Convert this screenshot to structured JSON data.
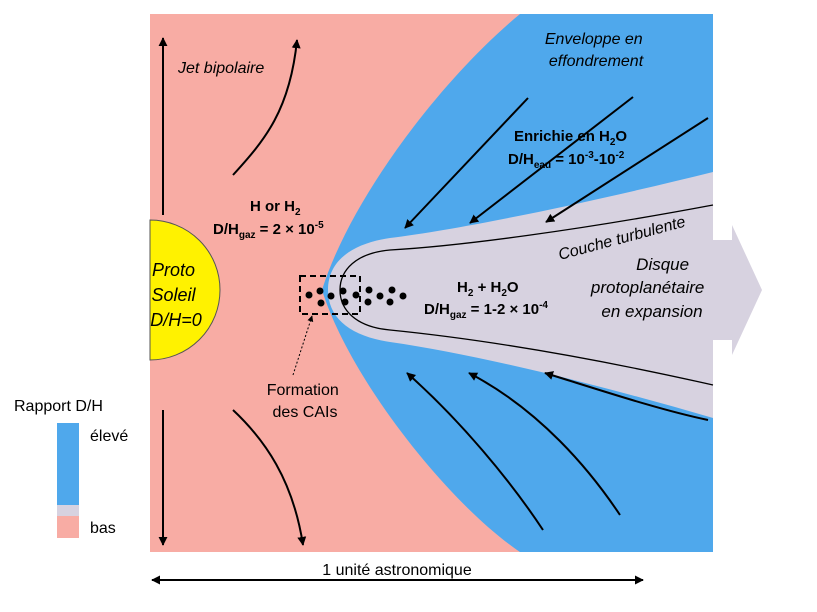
{
  "colors": {
    "low": "#f8aca4",
    "high": "#4fa8ec",
    "mid": "#d7d2e0",
    "sun": "#fff200"
  },
  "labels": {
    "jet": "Jet bipolaire",
    "envelope_line1": "Enveloppe en",
    "envelope_line2": "effondrement",
    "enriched_title_main": "Enrichie en H",
    "enriched_title_sub": "2",
    "enriched_title_end": "O",
    "eau_dh": "D/H",
    "eau_sub": "eau",
    "eau_value_start": " = 10",
    "eau_exp1": "-3",
    "eau_value_mid": "-10",
    "eau_exp2": "-2",
    "gas_title_start": "H or H",
    "gas_title_sub": "2",
    "gas_dh": "D/H",
    "gas_sub": "gaz",
    "gas_value": " = 2 × 10",
    "gas_exp": "-5",
    "sun_line1": "Proto",
    "sun_line2": "Soleil",
    "sun_line3": "D/H=0",
    "turbulent": "Couche turbulente",
    "disk_title_h": "H",
    "disk_title_sub1": "2",
    "disk_title_mid": " + H",
    "disk_title_sub2": "2",
    "disk_title_end": "O",
    "disk_dh": "D/H",
    "disk_sub": "gaz",
    "disk_value": " = 1-2 × 10",
    "disk_exp": "-4",
    "disk_line1": "Disque",
    "disk_line2": "protoplanétaire",
    "disk_line3": "en expansion",
    "cai_line1": "Formation",
    "cai_line2": "des CAIs",
    "scale": "1 unité astronomique"
  },
  "legend": {
    "title": "Rapport D/H",
    "high": "élevé",
    "low": "bas"
  }
}
